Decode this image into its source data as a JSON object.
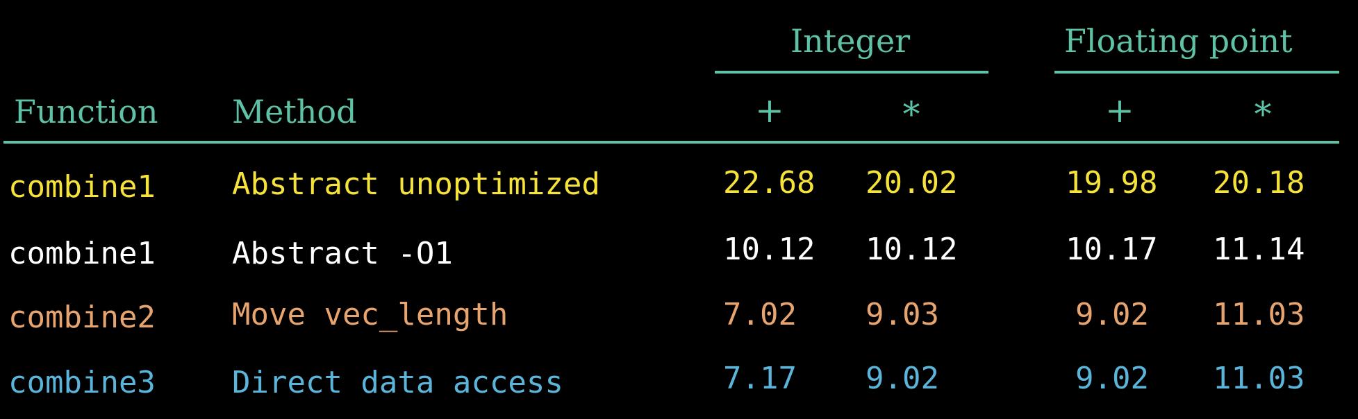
{
  "table": {
    "group_headers": {
      "integer": "Integer",
      "floating_point": "Floating point"
    },
    "column_headers": {
      "function": "Function",
      "method": "Method",
      "int_add": "+",
      "int_mul": "*",
      "fp_add": "+",
      "fp_mul": "*"
    },
    "rows": [
      {
        "function": "combine1",
        "method": "Abstract unoptimized",
        "int_add": "22.68",
        "int_mul": "20.02",
        "fp_add": "19.98",
        "fp_mul": "20.18",
        "color": "#f5e23a"
      },
      {
        "function": "combine1",
        "method": "Abstract -O1",
        "int_add": "10.12",
        "int_mul": "10.12",
        "fp_add": "10.17",
        "fp_mul": "11.14",
        "color": "#ffffff"
      },
      {
        "function": "combine2",
        "method": "Move vec_length",
        "int_add": "7.02",
        "int_mul": "9.03",
        "fp_add": "9.02",
        "fp_mul": "11.03",
        "color": "#e8a46f"
      },
      {
        "function": "combine3",
        "method": "Direct data access",
        "int_add": "7.17",
        "int_mul": "9.02",
        "fp_add": "9.02",
        "fp_mul": "11.03",
        "color": "#5bb4d9"
      }
    ]
  },
  "colors": {
    "header": "#5fc2a6",
    "background": "#000000"
  }
}
